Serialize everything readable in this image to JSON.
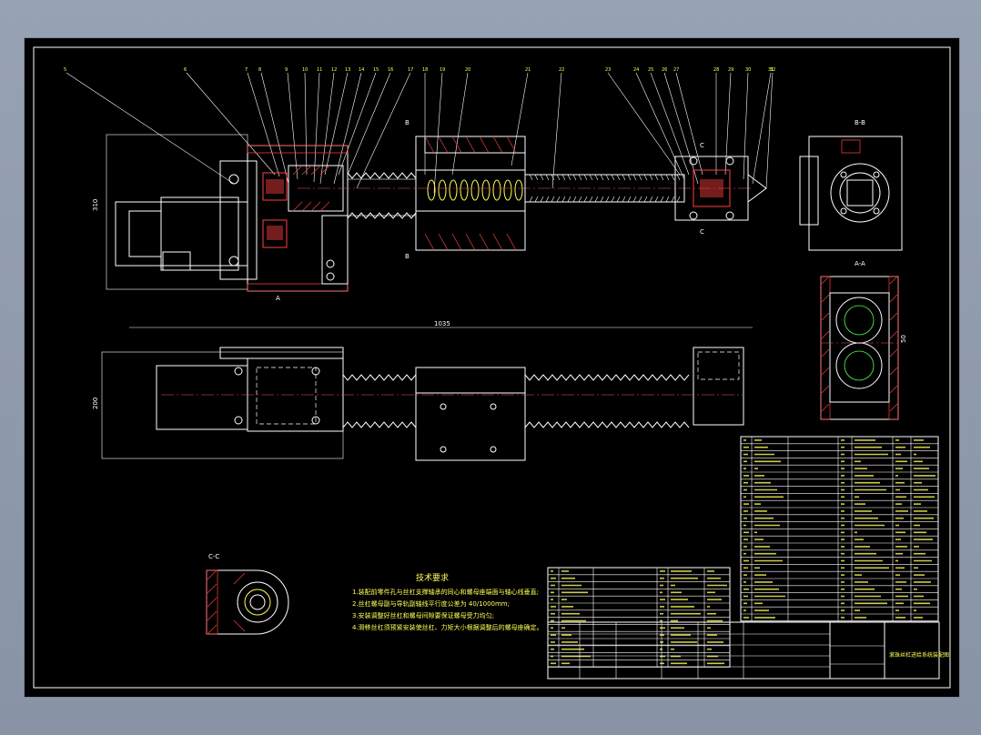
{
  "drawing": {
    "background": "#000000",
    "line_color": "#ffffff",
    "hatch_color": "#ff4040",
    "text_color": "#ffff55",
    "balloons": [
      "5",
      "6",
      "7",
      "8",
      "9",
      "10",
      "11",
      "12",
      "13",
      "14",
      "15",
      "16",
      "17",
      "18",
      "19",
      "20",
      "21",
      "22",
      "23",
      "24",
      "25",
      "26",
      "27",
      "28",
      "29",
      "30",
      "31",
      "32"
    ],
    "section_labels": {
      "bb": "B-B",
      "aa": "A-A",
      "cc": "C-C"
    },
    "dimension_texts": {
      "overall_length": "1035",
      "height_left": "310",
      "height_lower": "200",
      "gap_right": "50"
    },
    "notes": {
      "title": "技术要求",
      "items": [
        "1.装配前零件孔与丝杠支撑轴承的同心和螺母座端面与轴心线垂直;",
        "2.丝杠螺母副与导轨副轴线平行度公差为 40/1000mm;",
        "3.安装调整好丝杠和螺母间隙要保证螺母受力均匀;",
        "4.滑移丝杠须预紧安装使丝杠、力矩大小根据调整后的螺母座确定。"
      ]
    },
    "title_block": {
      "name": "滚珠丝杠进给系统装配图"
    }
  }
}
